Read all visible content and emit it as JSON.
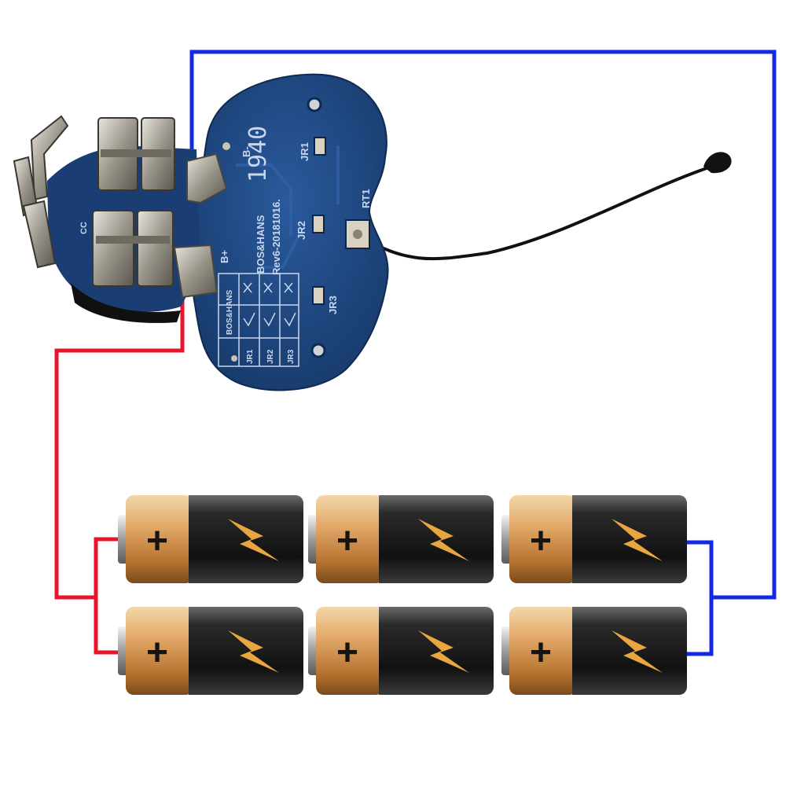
{
  "colors": {
    "positive_wire": "#e8162c",
    "negative_wire": "#1428e6",
    "pcb_blue": "#1f4a86",
    "pcb_dark": "#173a6b",
    "battery_gold": "#d79a56",
    "battery_black": "#1b1b1b",
    "bolt": "#e8a640"
  },
  "pcb": {
    "brand": "BOS&HANS",
    "revision": "Rev6-20181016.",
    "batch": "1940",
    "b_plus": "B+",
    "b_minus": "B-",
    "jr1": "JR1",
    "jr2": "JR2",
    "jr3": "JR3",
    "rt1": "RT1",
    "cc": "CC",
    "table_brand": "BOS&HANS",
    "table_jr1": "JR1",
    "table_jr2": "JR2",
    "table_jr3": "JR3"
  },
  "batteries": {
    "top_row": [
      {
        "symbol": "+"
      },
      {
        "symbol": "+"
      },
      {
        "symbol": "+"
      }
    ],
    "bottom_row": [
      {
        "symbol": "+"
      },
      {
        "symbol": "+"
      },
      {
        "symbol": "+"
      }
    ]
  },
  "icons": [
    "plus-icon",
    "lightning-bolt-icon"
  ]
}
